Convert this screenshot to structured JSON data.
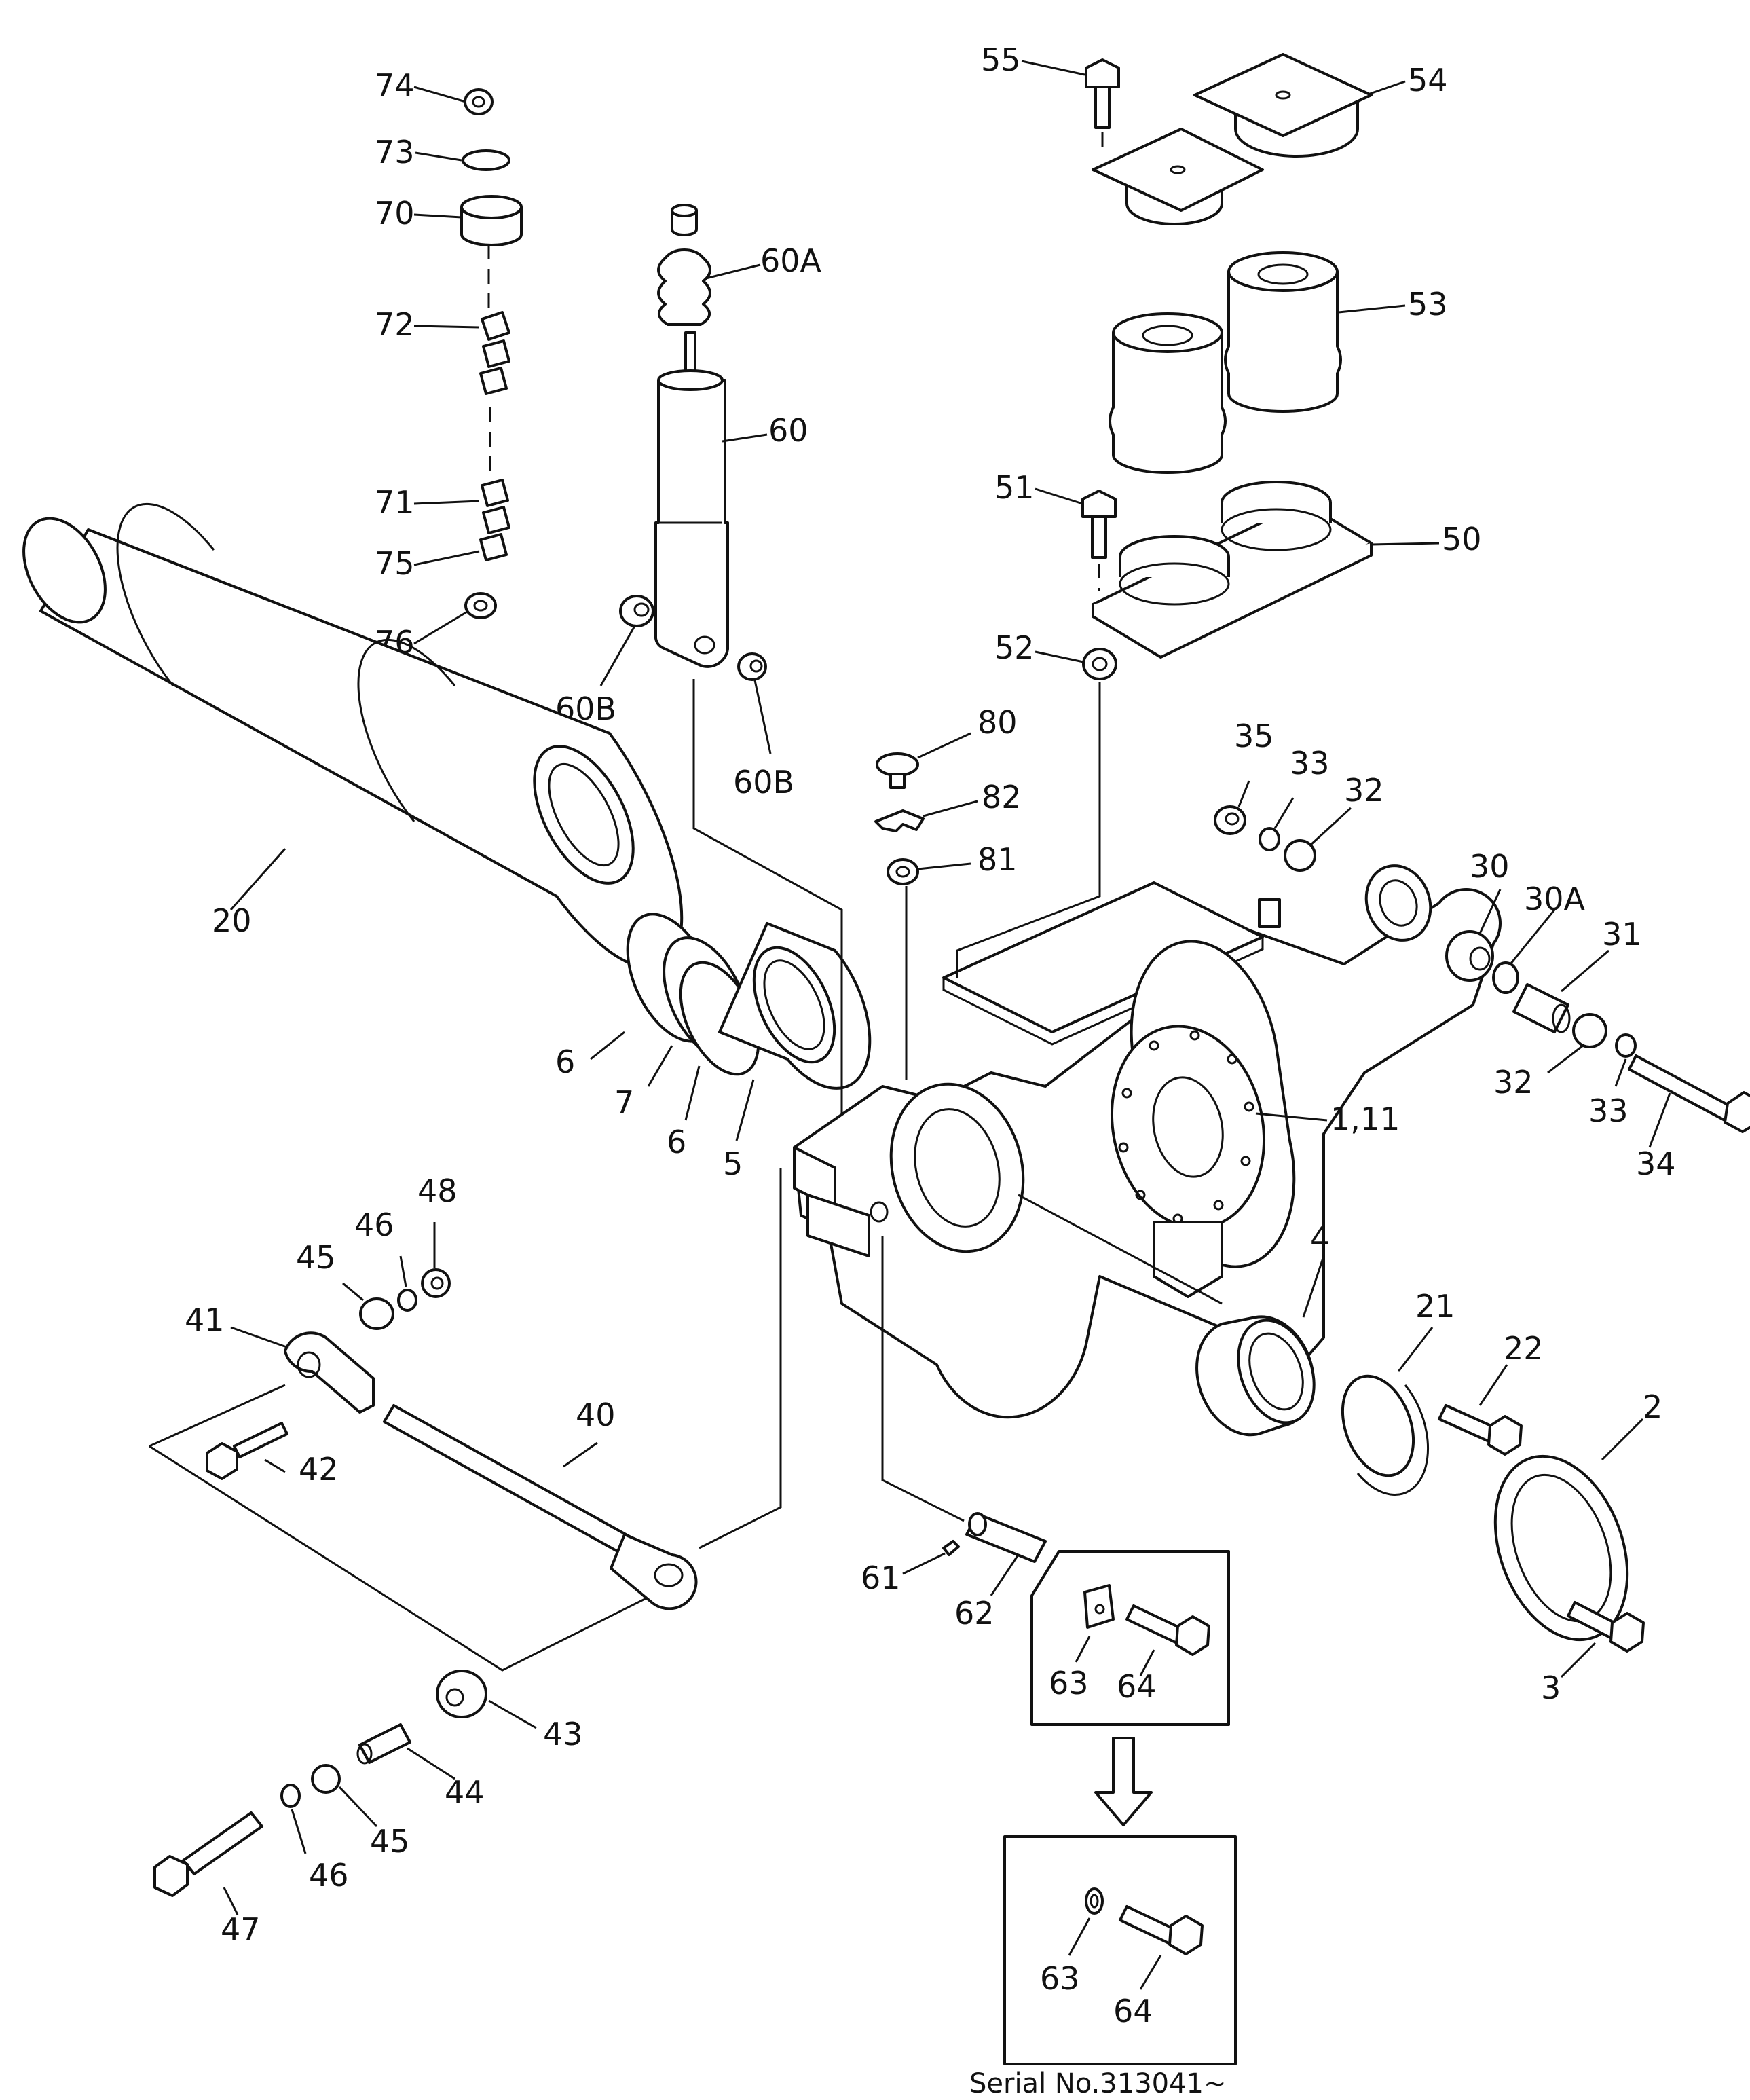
{
  "serial_note": "Serial No.313041~",
  "labels": {
    "p1_11": "1,11",
    "p2": "2",
    "p3": "3",
    "p4": "4",
    "p5": "5",
    "p6a": "6",
    "p6b": "6",
    "p7": "7",
    "p20": "20",
    "p21": "21",
    "p22": "22",
    "p30": "30",
    "p30a": "30A",
    "p31": "31",
    "p32a": "32",
    "p32b": "32",
    "p33a": "33",
    "p33b": "33",
    "p34": "34",
    "p35": "35",
    "p40": "40",
    "p41": "41",
    "p42": "42",
    "p43": "43",
    "p44": "44",
    "p45a": "45",
    "p45b": "45",
    "p46a": "46",
    "p46b": "46",
    "p47": "47",
    "p48": "48",
    "p50": "50",
    "p51": "51",
    "p52": "52",
    "p53": "53",
    "p54": "54",
    "p55": "55",
    "p60": "60",
    "p60a": "60A",
    "p60b_left": "60B",
    "p60b_right": "60B",
    "p61": "61",
    "p62": "62",
    "p63a": "63",
    "p63b": "63",
    "p64a": "64",
    "p64b": "64",
    "p70": "70",
    "p71": "71",
    "p72": "72",
    "p73": "73",
    "p74": "74",
    "p75": "75",
    "p76": "76",
    "p80": "80",
    "p81": "81",
    "p82": "82"
  }
}
